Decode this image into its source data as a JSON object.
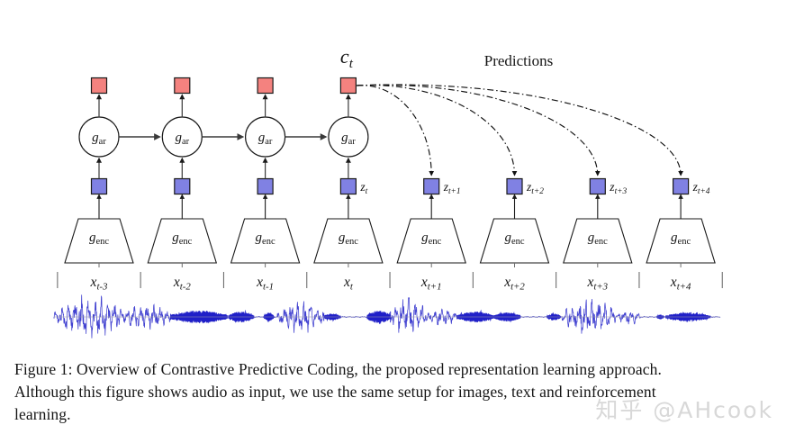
{
  "figure": {
    "context_label": "c_t",
    "predictions_label": "Predictions",
    "autoregressive_label": "g_ar",
    "encoder_label": "g_enc",
    "columns": [
      {
        "id": "t-3",
        "x_label": "x_{t-3}",
        "z_label": "",
        "has_context": true,
        "is_future": false
      },
      {
        "id": "t-2",
        "x_label": "x_{t-2}",
        "z_label": "",
        "has_context": true,
        "is_future": false
      },
      {
        "id": "t-1",
        "x_label": "x_{t-1}",
        "z_label": "",
        "has_context": true,
        "is_future": false
      },
      {
        "id": "t",
        "x_label": "x_t",
        "z_label": "z_t",
        "has_context": true,
        "is_future": false
      },
      {
        "id": "t+1",
        "x_label": "x_{t+1}",
        "z_label": "z_{t+1}",
        "has_context": false,
        "is_future": true
      },
      {
        "id": "t+2",
        "x_label": "x_{t+2}",
        "z_label": "z_{t+2}",
        "has_context": false,
        "is_future": true
      },
      {
        "id": "t+3",
        "x_label": "x_{t+3}",
        "z_label": "z_{t+3}",
        "has_context": false,
        "is_future": true
      },
      {
        "id": "t+4",
        "x_label": "x_{t+4}",
        "z_label": "z_{t+4}",
        "has_context": false,
        "is_future": true
      }
    ],
    "colors": {
      "context_square": "#f4827f",
      "latent_square": "#8081e3",
      "square_stroke": "#1a1a1a",
      "waveform": "#2020c8",
      "line": "#3a3a3a",
      "text": "#141414"
    }
  },
  "caption": {
    "line1": "Figure 1: Overview of Contrastive Predictive Coding, the proposed representation learning approach.",
    "line2": "Although this figure shows audio as input, we use the same setup for images, text and reinforcement",
    "line3": "learning."
  },
  "watermark": {
    "text": "知乎 @AHcook"
  }
}
